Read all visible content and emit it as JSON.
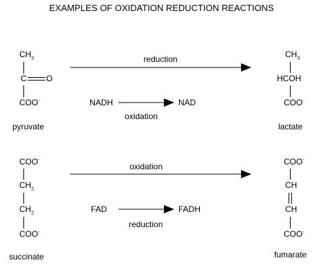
{
  "title": "EXAMPLES OF OXIDATION REDUCTION REACTIONS",
  "reaction1": {
    "substrate": {
      "name": "pyruvate",
      "ch3": "CH",
      "ch3_sub": "3",
      "carbon": "C",
      "oxygen": "O",
      "coo": "COO",
      "coo_sup": "-"
    },
    "main_arrow_label": "reduction",
    "cofactor_from": "NADH",
    "cofactor_to": "NAD",
    "cofactor_label": "oxidation",
    "product": {
      "name": "lactate",
      "ch3": "CH",
      "ch3_sub": "3",
      "hcoh": "HCOH",
      "coo": "COO",
      "coo_sup": "-"
    }
  },
  "reaction2": {
    "substrate": {
      "name": "succinate",
      "coo_top": "COO",
      "coo_top_sup": "-",
      "ch2_1": "CH",
      "ch2_1_sub": "2",
      "ch2_2": "CH",
      "ch2_2_sub": "2",
      "coo_bottom": "COO",
      "coo_bottom_sup": "-"
    },
    "main_arrow_label": "oxidation",
    "cofactor_from": "FAD",
    "cofactor_to": "FADH",
    "cofactor_label": "reduction",
    "product": {
      "name": "fumarate",
      "coo_top": "COO",
      "coo_top_sup": "-",
      "ch_1": "CH",
      "ch_2": "CH",
      "coo_bottom": "COO",
      "coo_bottom_sup": "-"
    }
  }
}
